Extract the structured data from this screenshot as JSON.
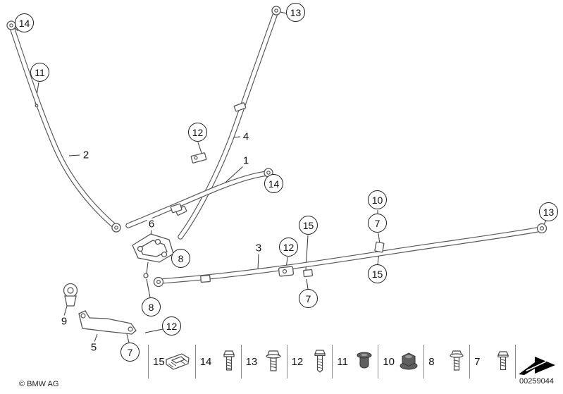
{
  "meta": {
    "copyright": "© BMW AG",
    "document_number": "00259044"
  },
  "callouts": [
    {
      "label": "14"
    },
    {
      "label": "11"
    },
    {
      "label": "13"
    },
    {
      "label": "12"
    },
    {
      "label": "14"
    },
    {
      "label": "10"
    },
    {
      "label": "7"
    },
    {
      "label": "13"
    },
    {
      "label": "15"
    },
    {
      "label": "12"
    },
    {
      "label": "15"
    },
    {
      "label": "7"
    },
    {
      "label": "8"
    },
    {
      "label": "8"
    },
    {
      "label": "12"
    },
    {
      "label": "7"
    }
  ],
  "part_labels": [
    {
      "label": "2"
    },
    {
      "label": "4"
    },
    {
      "label": "1"
    },
    {
      "label": "6"
    },
    {
      "label": "3"
    },
    {
      "label": "9"
    },
    {
      "label": "5"
    }
  ],
  "legend": {
    "items": [
      {
        "label": "15",
        "icon": "clip-nut-icon"
      },
      {
        "label": "14",
        "icon": "hex-screw-icon"
      },
      {
        "label": "13",
        "icon": "hex-bolt-icon"
      },
      {
        "label": "12",
        "icon": "hex-bolt-long-icon"
      },
      {
        "label": "11",
        "icon": "grommet-icon"
      },
      {
        "label": "10",
        "icon": "flange-nut-icon"
      },
      {
        "label": "8",
        "icon": "hex-screw-washer-icon"
      },
      {
        "label": "7",
        "icon": "hex-screw-small-icon"
      }
    ]
  }
}
